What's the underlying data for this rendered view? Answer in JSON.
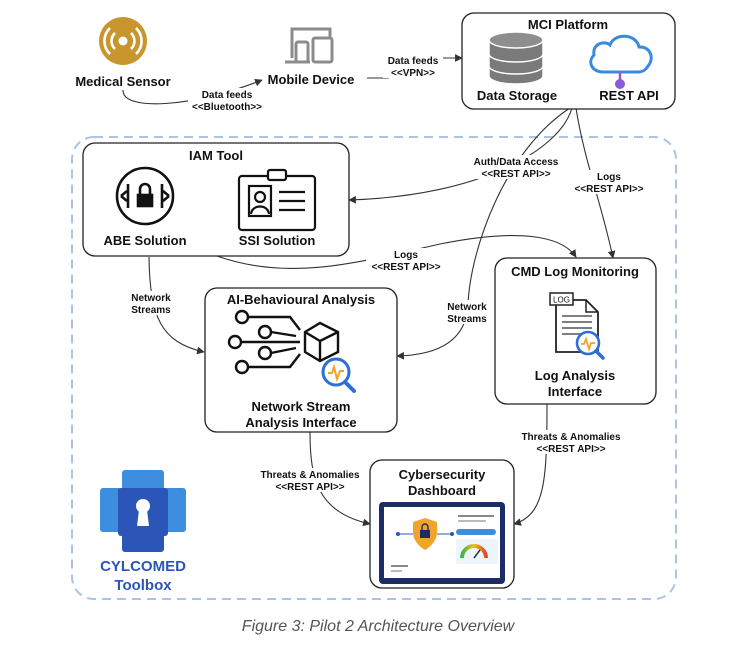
{
  "nodes": {
    "medical_sensor": "Medical Sensor",
    "mobile_device": "Mobile Device",
    "mci_platform": "MCI Platform",
    "data_storage": "Data Storage",
    "rest_api": "REST API",
    "iam_tool": "IAM Tool",
    "abe_solution": "ABE Solution",
    "ssi_solution": "SSI Solution",
    "cmd_log_monitoring": "CMD Log Monitoring",
    "log_analysis_line1": "Log Analysis",
    "log_analysis_line2": "Interface",
    "ai_behavioural": "AI-Behavioural Analysis",
    "network_stream_line1": "Network Stream",
    "network_stream_line2": "Analysis Interface",
    "dashboard_line1": "Cybersecurity",
    "dashboard_line2": "Dashboard",
    "toolbox_line1": "CYLCOMED",
    "toolbox_line2": "Toolbox",
    "log_icon_text": "LOG"
  },
  "edge_labels": {
    "bt_1": "Data feeds",
    "bt_2": "<<Bluetooth>>",
    "vpn_1": "Data feeds",
    "vpn_2": "<<VPN>>",
    "auth_1": "Auth/Data Access",
    "auth_2": "<<REST API>>",
    "logs_top_1": "Logs",
    "logs_top_2": "<<REST API>>",
    "logs_mid_1": "Logs",
    "logs_mid_2": "<<REST API>>",
    "ns_left_1": "Network",
    "ns_left_2": "Streams",
    "ns_right_1": "Network",
    "ns_right_2": "Streams",
    "threats_left_1": "Threats & Anomalies",
    "threats_left_2": "<<REST API>>",
    "threats_right_1": "Threats & Anomalies",
    "threats_right_2": "<<REST API>>"
  },
  "caption": "Figure 3: Pilot 2 Architecture Overview",
  "colors": {
    "sensor_gold": "#C9962E",
    "device_grey": "#8C8C8C",
    "cloud_blue": "#3A8BE0",
    "cloud_purple": "#8A5BD6",
    "dashed_border": "#A9C4E4",
    "toolbox_blue": "#2C55B8",
    "toolbox_light": "#3E8EE0",
    "dashboard_navy": "#1C2C66",
    "lock_orange": "#F0A52A"
  }
}
